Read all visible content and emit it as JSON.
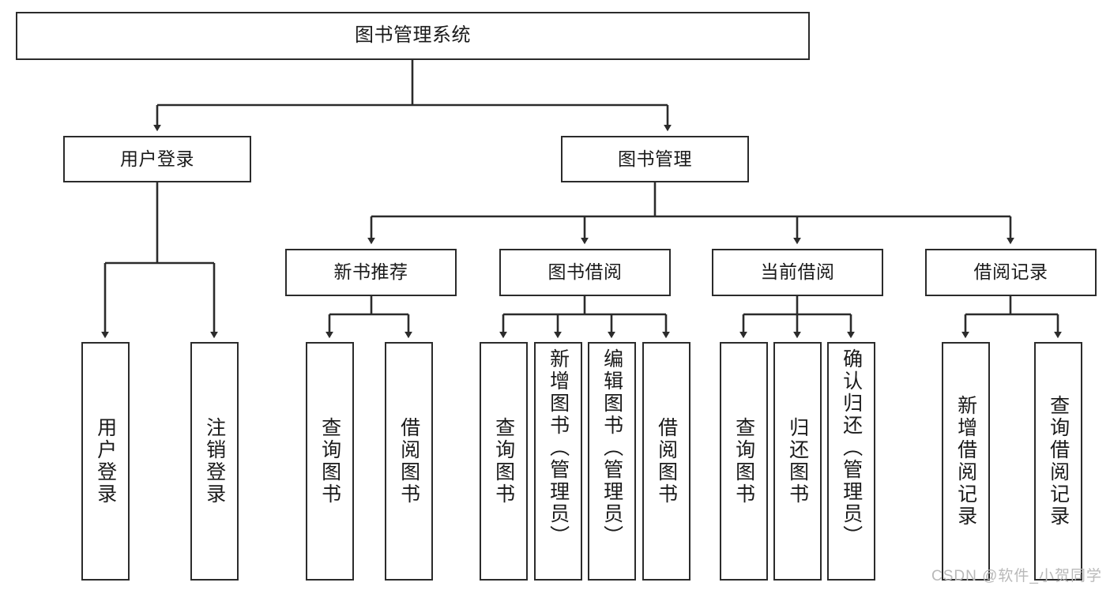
{
  "diagram": {
    "title": "图书管理系统",
    "type": "tree",
    "watermark": "CSDN @软件_小贺同学",
    "colors": {
      "box_border": "#2b2b2b",
      "box_fill": "#ffffff",
      "edge": "#2b2b2b",
      "text": "#1a1a1a",
      "watermark": "#b9b9b9"
    },
    "nodes": {
      "root": {
        "label": "图书管理系统",
        "level": 0,
        "orientation": "horizontal"
      },
      "login": {
        "label": "用户登录",
        "level": 1,
        "orientation": "horizontal"
      },
      "book_mgmt": {
        "label": "图书管理",
        "level": 1,
        "orientation": "horizontal"
      },
      "new_book_rec": {
        "label": "新书推荐",
        "level": 2,
        "orientation": "horizontal"
      },
      "book_borrow": {
        "label": "图书借阅",
        "level": 2,
        "orientation": "horizontal"
      },
      "current_borrow": {
        "label": "当前借阅",
        "level": 2,
        "orientation": "horizontal"
      },
      "borrow_record": {
        "label": "借阅记录",
        "level": 2,
        "orientation": "horizontal"
      },
      "leaf_user_login": {
        "label": "用户登录",
        "level": 3,
        "orientation": "vertical"
      },
      "leaf_logout": {
        "label": "注销登录",
        "level": 3,
        "orientation": "vertical"
      },
      "leaf_query_book_1": {
        "label": "查询图书",
        "level": 3,
        "orientation": "vertical"
      },
      "leaf_borrow_book_1": {
        "label": "借阅图书",
        "level": 3,
        "orientation": "vertical"
      },
      "leaf_query_book_2": {
        "label": "查询图书",
        "level": 3,
        "orientation": "vertical"
      },
      "leaf_add_book": {
        "label": "新增图书（管理员）",
        "level": 3,
        "orientation": "vertical"
      },
      "leaf_edit_book": {
        "label": "编辑图书（管理员）",
        "level": 3,
        "orientation": "vertical"
      },
      "leaf_borrow_book_2": {
        "label": "借阅图书",
        "level": 3,
        "orientation": "vertical"
      },
      "leaf_query_book_3": {
        "label": "查询图书",
        "level": 3,
        "orientation": "vertical"
      },
      "leaf_return_book": {
        "label": "归还图书",
        "level": 3,
        "orientation": "vertical"
      },
      "leaf_confirm_return": {
        "label": "确认归还（管理员）",
        "level": 3,
        "orientation": "vertical"
      },
      "leaf_add_record": {
        "label": "新增借阅记录",
        "level": 3,
        "orientation": "vertical"
      },
      "leaf_query_record": {
        "label": "查询借阅记录",
        "level": 3,
        "orientation": "vertical"
      }
    },
    "edges": [
      {
        "from": "root",
        "to": "login"
      },
      {
        "from": "root",
        "to": "book_mgmt"
      },
      {
        "from": "login",
        "to": "leaf_user_login"
      },
      {
        "from": "login",
        "to": "leaf_logout"
      },
      {
        "from": "book_mgmt",
        "to": "new_book_rec"
      },
      {
        "from": "book_mgmt",
        "to": "book_borrow"
      },
      {
        "from": "book_mgmt",
        "to": "current_borrow"
      },
      {
        "from": "book_mgmt",
        "to": "borrow_record"
      },
      {
        "from": "new_book_rec",
        "to": "leaf_query_book_1"
      },
      {
        "from": "new_book_rec",
        "to": "leaf_borrow_book_1"
      },
      {
        "from": "book_borrow",
        "to": "leaf_query_book_2"
      },
      {
        "from": "book_borrow",
        "to": "leaf_add_book"
      },
      {
        "from": "book_borrow",
        "to": "leaf_edit_book"
      },
      {
        "from": "book_borrow",
        "to": "leaf_borrow_book_2"
      },
      {
        "from": "current_borrow",
        "to": "leaf_query_book_3"
      },
      {
        "from": "current_borrow",
        "to": "leaf_return_book"
      },
      {
        "from": "current_borrow",
        "to": "leaf_confirm_return"
      },
      {
        "from": "borrow_record",
        "to": "leaf_add_record"
      },
      {
        "from": "borrow_record",
        "to": "leaf_query_record"
      }
    ]
  }
}
